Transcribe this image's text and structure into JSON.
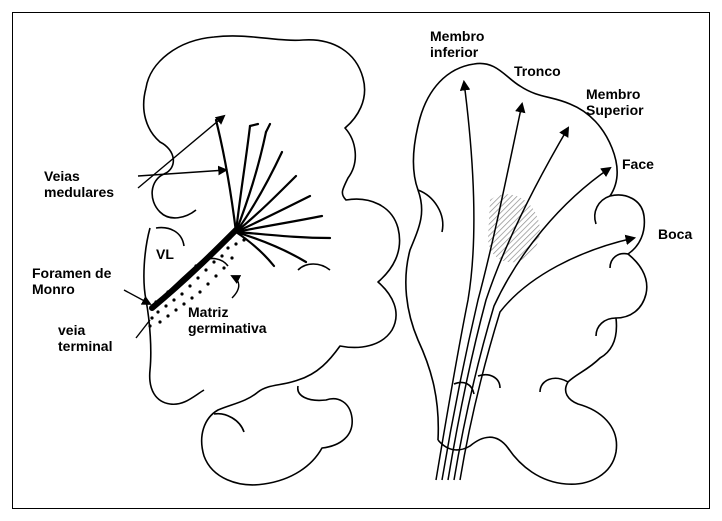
{
  "figure": {
    "left_panel": {
      "labels": {
        "veias_medulares": [
          "Veias",
          "medulares"
        ],
        "vl": "VL",
        "foramen": [
          "Foramen de",
          "Monro"
        ],
        "matriz": [
          "Matriz",
          "germinativa"
        ],
        "veia_terminal": [
          "veia",
          "terminal"
        ]
      }
    },
    "right_panel": {
      "labels": {
        "membro_inferior": [
          "Membro",
          "inferior"
        ],
        "tronco": "Tronco",
        "membro_superior": [
          "Membro",
          "Superior"
        ],
        "face": "Face",
        "boca": "Boca"
      }
    },
    "colors": {
      "ink": "#000000",
      "background": "#ffffff",
      "shading": "#9a9a9a"
    }
  }
}
